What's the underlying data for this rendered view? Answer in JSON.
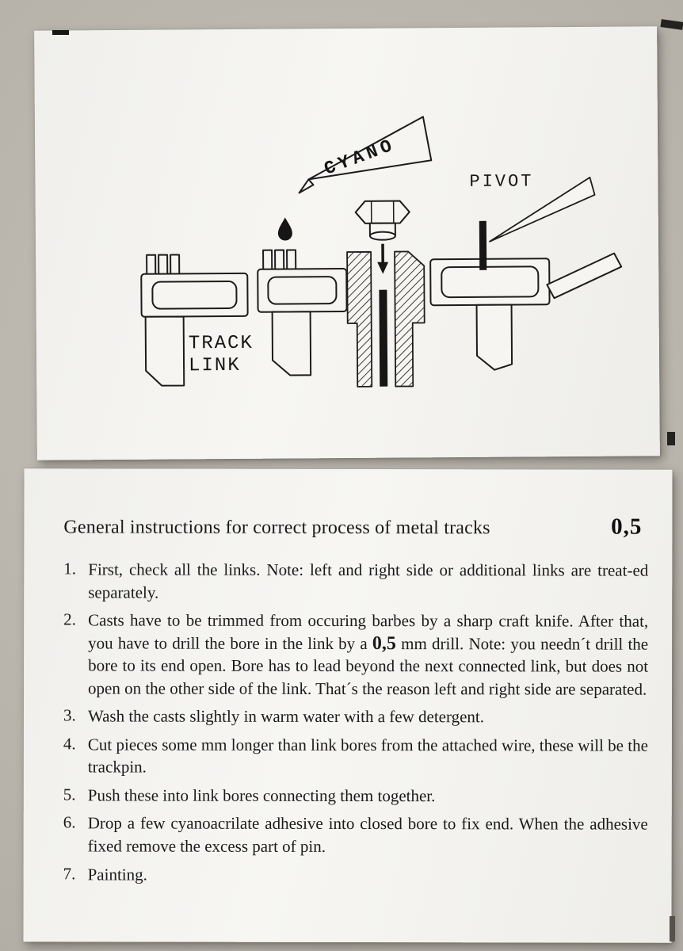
{
  "diagram": {
    "cyano_label": "CYANO",
    "pivot_label": "PIVOT",
    "track_link_label_line1": "TRACK",
    "track_link_label_line2": "LINK"
  },
  "sheet": {
    "title": "General instructions for correct process of metal tracks",
    "drill_size": "0,5",
    "items": [
      {
        "num": "1.",
        "segments": [
          {
            "t": "First, check all the links. Note: left and right side or additional links are treat-ed separately.",
            "b": false
          }
        ]
      },
      {
        "num": "2.",
        "segments": [
          {
            "t": "Casts have to be trimmed from occuring barbes by a sharp craft knife. After that, you have to drill the bore in the link by a ",
            "b": false
          },
          {
            "t": "0,5",
            "b": true
          },
          {
            "t": " mm drill. Note: you needn´t drill the bore to its end open. Bore has to lead beyond the next connected link, but does not open on the other side of the link. That´s the reason left and right side are separated.",
            "b": false
          }
        ]
      },
      {
        "num": "3.",
        "segments": [
          {
            "t": "Wash the casts slightly in warm water with a few detergent.",
            "b": false
          }
        ]
      },
      {
        "num": "4.",
        "segments": [
          {
            "t": "Cut pieces some mm longer than link bores from the attached wire, these will be the trackpin.",
            "b": false
          }
        ]
      },
      {
        "num": "5.",
        "segments": [
          {
            "t": "Push these into link bores connecting them together.",
            "b": false
          }
        ]
      },
      {
        "num": "6.",
        "segments": [
          {
            "t": "Drop a few cyanoacrilate adhesive into closed bore to fix end. When the adhesive fixed remove the excess part of pin.",
            "b": false
          }
        ]
      },
      {
        "num": "7.",
        "segments": [
          {
            "t": "Painting.",
            "b": false
          }
        ]
      }
    ]
  },
  "colors": {
    "ink": "#1c1c1c",
    "paper": "#f6f5f2",
    "background": "#b4b0a8"
  }
}
